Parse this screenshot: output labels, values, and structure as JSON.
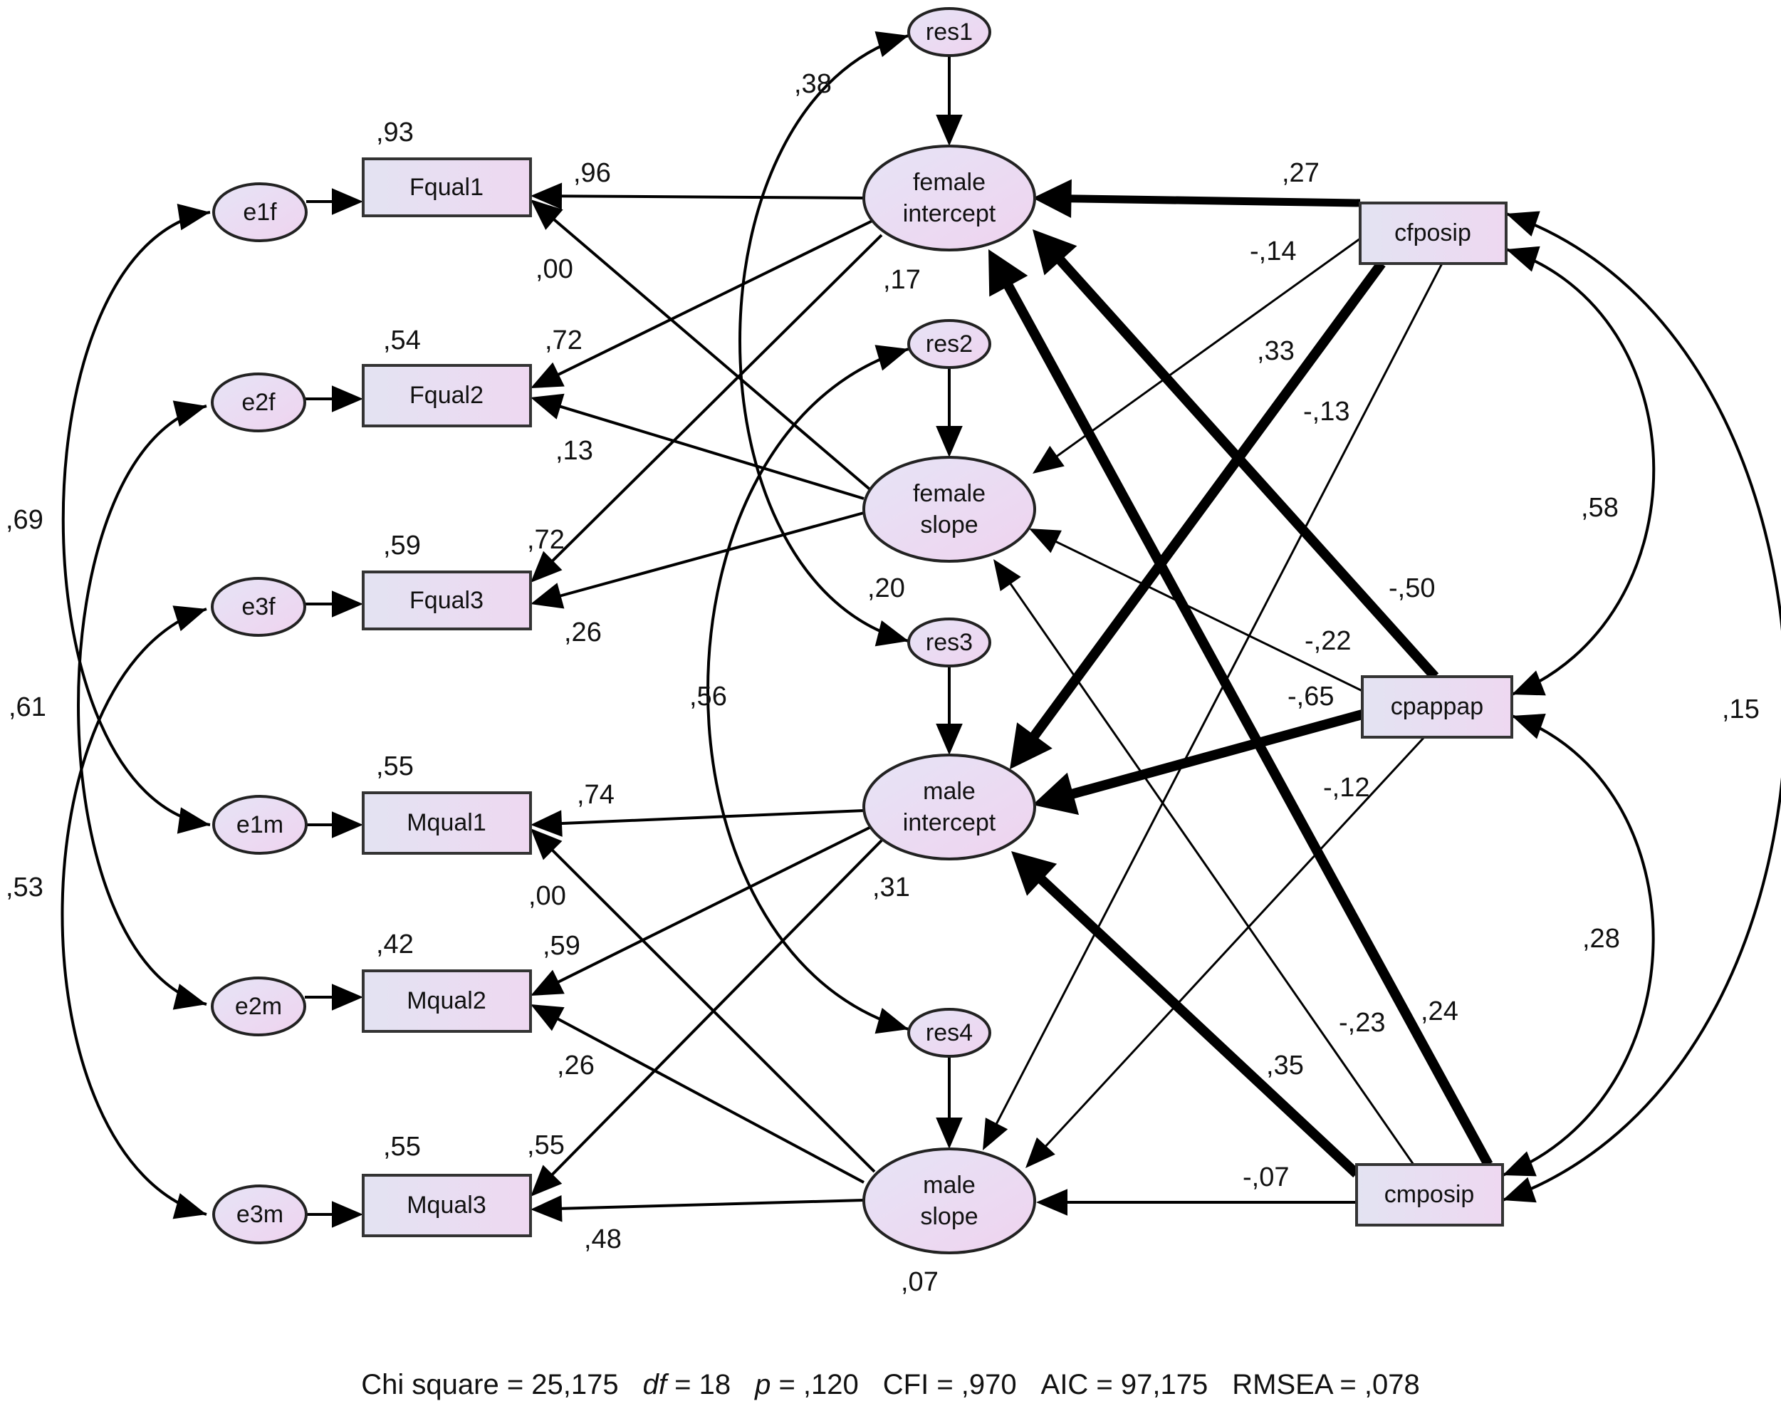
{
  "colors": {
    "box_fill_start": "#e3e3f2",
    "box_fill_end": "#eed8f1",
    "ellipse_fill_start": "#e6e4f6",
    "ellipse_fill_end": "#efd3ef",
    "stroke": "#000000"
  },
  "nodes": {
    "e1f": "e1f",
    "e2f": "e2f",
    "e3f": "e3f",
    "e1m": "e1m",
    "e2m": "e2m",
    "e3m": "e3m",
    "Fqual1": "Fqual1",
    "Fqual2": "Fqual2",
    "Fqual3": "Fqual3",
    "Mqual1": "Mqual1",
    "Mqual2": "Mqual2",
    "Mqual3": "Mqual3",
    "res1": "res1",
    "res2": "res2",
    "res3": "res3",
    "res4": "res4",
    "female_intercept": [
      "female",
      "intercept"
    ],
    "female_slope": [
      "female",
      "slope"
    ],
    "male_intercept": [
      "male",
      "intercept"
    ],
    "male_slope": [
      "male",
      "slope"
    ],
    "cfposip": "cfposip",
    "cpappap": "cpappap",
    "cmposip": "cmposip"
  },
  "r_squared": {
    "Fqual1": ",93",
    "Fqual2": ",54",
    "Fqual3": ",59",
    "Mqual1": ",55",
    "Mqual2": ",42",
    "Mqual3": ",55",
    "female_intercept": ",17",
    "female_slope": ",20",
    "male_intercept": ",31",
    "male_slope": ",07"
  },
  "loadings": {
    "fi_Fqual1": ",96",
    "fs_Fqual1": ",00",
    "fi_Fqual2": ",72",
    "fs_Fqual2": ",13",
    "fi_Fqual3": ",72",
    "fs_Fqual3": ",26",
    "mi_Mqual1": ",74",
    "ms_Mqual1": ",00",
    "mi_Mqual2": ",59",
    "ms_Mqual2": ",26",
    "mi_Mqual3": ",55",
    "ms_Mqual3": ",48"
  },
  "paths": {
    "cfposip_fi": ",27",
    "cfposip_fs": "-,14",
    "cfposip_mi": ",33",
    "cfposip_ms": "-,13",
    "cpappap_fi": "-,50",
    "cpappap_fs": "-,22",
    "cpappap_mi": "-,65",
    "cpappap_ms": "-,12",
    "cmposip_fi": ",24",
    "cmposip_fs": "-,23",
    "cmposip_mi": ",35",
    "cmposip_ms": "-,07"
  },
  "correlations": {
    "e1f_e1m": ",69",
    "e2f_e2m": ",61",
    "e3f_e3m": ",53",
    "res1_res3": ",38",
    "res2_res4": ",56",
    "cfposip_cpappap": ",58",
    "cpappap_cmposip": ",28",
    "cfposip_cmposip": ",15"
  },
  "fit": {
    "chi_label": "Chi square = 25,175",
    "df_label": "df",
    "df_value": " = 18",
    "p_label": "p",
    "p_value": " = ,120",
    "cfi": "CFI = ,970",
    "aic": "AIC = 97,175",
    "rmsea": "RMSEA = ,078"
  }
}
